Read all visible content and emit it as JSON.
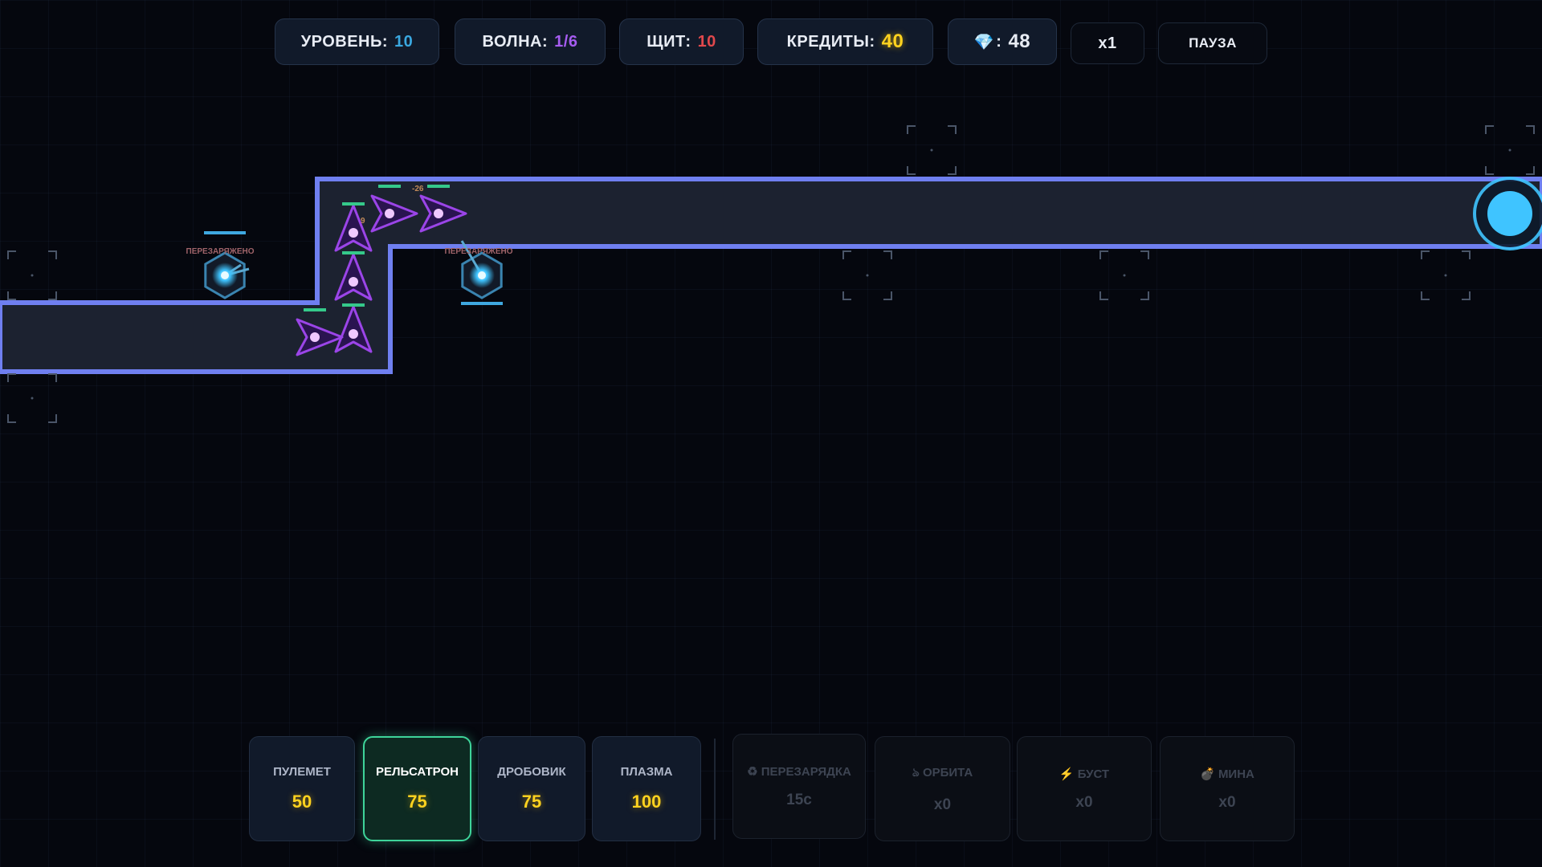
{
  "hud": {
    "level_label": "УРОВЕНЬ:",
    "level": "10",
    "wave_label": "ВОЛНА:",
    "wave": "1/6",
    "shield_label": "ЩИТ:",
    "shield": "10",
    "credits_label": "КРЕДИТЫ:",
    "credits": "40",
    "gems_label": ":",
    "gems": "48",
    "speed": "x1",
    "pause": "ПАУЗА"
  },
  "colors": {
    "level": "#3aa8e0",
    "wave": "#a65cf0",
    "shield": "#e0484c",
    "credits": "#ffd21f",
    "path_border": "#6f7ff0",
    "path_accent": "#c04ae8",
    "enemy": "#9b45e8",
    "tower": "#3fc4ff",
    "health": "#35c98a"
  },
  "towers": [
    {
      "status": "ПЕРЕЗАРЯЖЕНО"
    },
    {
      "status": "ПЕРЕЗАРЯЖЕНО"
    }
  ],
  "damage_texts": [
    "-26",
    "9"
  ],
  "build_cards": [
    {
      "name": "ПУЛЕМЕТ",
      "cost": "50"
    },
    {
      "name": "РЕЛЬСАТРОН",
      "cost": "75",
      "selected": true
    },
    {
      "name": "ДРОБОВИК",
      "cost": "75"
    },
    {
      "name": "ПЛАЗМА",
      "cost": "100"
    }
  ],
  "abilities": [
    {
      "icon": "recycle-icon",
      "name": "♻ ПЕРЕЗАРЯДКА",
      "value": "15с"
    },
    {
      "icon": "orbit-icon",
      "name": "ঌ ОРБИТА",
      "value": "x0"
    },
    {
      "icon": "lightning-icon",
      "name": "⚡ БУСТ",
      "value": "x0"
    },
    {
      "icon": "bomb-icon",
      "name": "💣 МИНА",
      "value": "x0"
    }
  ]
}
